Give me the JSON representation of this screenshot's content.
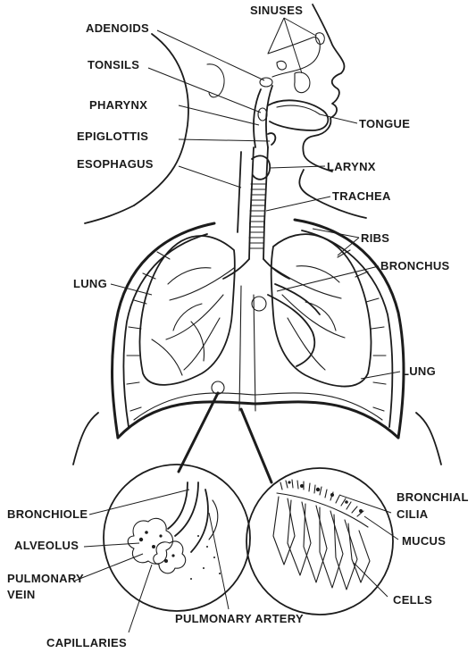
{
  "labels": {
    "sinuses": "SINUSES",
    "adenoids": "ADENOIDS",
    "tonsils": "TONSILS",
    "pharynx": "PHARYNX",
    "tongue": "TONGUE",
    "epiglottis": "EPIGLOTTIS",
    "esophagus": "ESOPHAGUS",
    "larynx": "LARYNX",
    "trachea": "TRACHEA",
    "ribs": "RIBS",
    "bronchus": "BRONCHUS",
    "lung_left": "LUNG",
    "lung_right": "LUNG",
    "bronchiole": "BRONCHIOLE",
    "alveolus": "ALVEOLUS",
    "pulmonary_vein_line1": "PULMONARY",
    "pulmonary_vein_line2": "VEIN",
    "capillaries": "CAPILLARIES",
    "pulmonary_artery": "PULMONARY ARTERY",
    "bronchial_line1": "BRONCHIAL",
    "cilia": "CILIA",
    "mucus": "MUCUS",
    "cells": "CELLS"
  }
}
